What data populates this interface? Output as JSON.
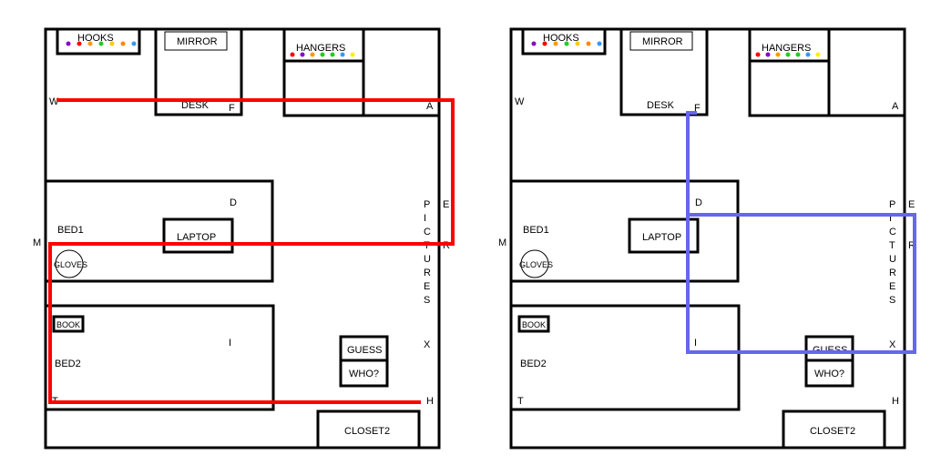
{
  "panels": [
    {
      "labels": {
        "hooks": "HOOKS",
        "mirror": "MIRROR",
        "hangers": "HANGERS",
        "desk": "DESK",
        "laptop": "LAPTOP",
        "bed1": "BED1",
        "bed2": "BED2",
        "gloves": "GLOVES",
        "book": "BOOK",
        "guess": "GUESS",
        "who": "WHO?",
        "closet2": "CLOSET2",
        "w": "W",
        "f": "F",
        "a": "A",
        "d": "D",
        "e": "E",
        "r": "R",
        "m": "M",
        "i": "I",
        "x": "X",
        "t": "T",
        "h": "H",
        "pictures": [
          "P",
          "I",
          "C",
          "T",
          "U",
          "R",
          "E",
          "S"
        ]
      },
      "path_color": "#ff0000"
    },
    {
      "labels": {
        "hooks": "HOOKS",
        "mirror": "MIRROR",
        "hangers": "HANGERS",
        "desk": "DESK",
        "laptop": "LAPTOP",
        "bed1": "BED1",
        "bed2": "BED2",
        "gloves": "GLOVES",
        "book": "BOOK",
        "guess": "GUESS",
        "who": "WHO?",
        "closet2": "CLOSET2",
        "w": "W",
        "f": "F",
        "a": "A",
        "d": "D",
        "e": "E",
        "r": "R",
        "m": "M",
        "i": "I",
        "x": "X",
        "t": "T",
        "h": "H",
        "pictures": [
          "P",
          "I",
          "C",
          "T",
          "U",
          "R",
          "E",
          "S"
        ]
      },
      "path_color": "#6666ee"
    }
  ],
  "hook_dot_colors": [
    "#8800cc",
    "#ff0000",
    "#ff9900",
    "#22cc22",
    "#ffcc00",
    "#ff8800",
    "#3399ff"
  ],
  "hanger_dot_colors": [
    "#ff0000",
    "#8800cc",
    "#ff9900",
    "#22cc22",
    "#22cc22",
    "#3399ff",
    "#ffee00"
  ]
}
